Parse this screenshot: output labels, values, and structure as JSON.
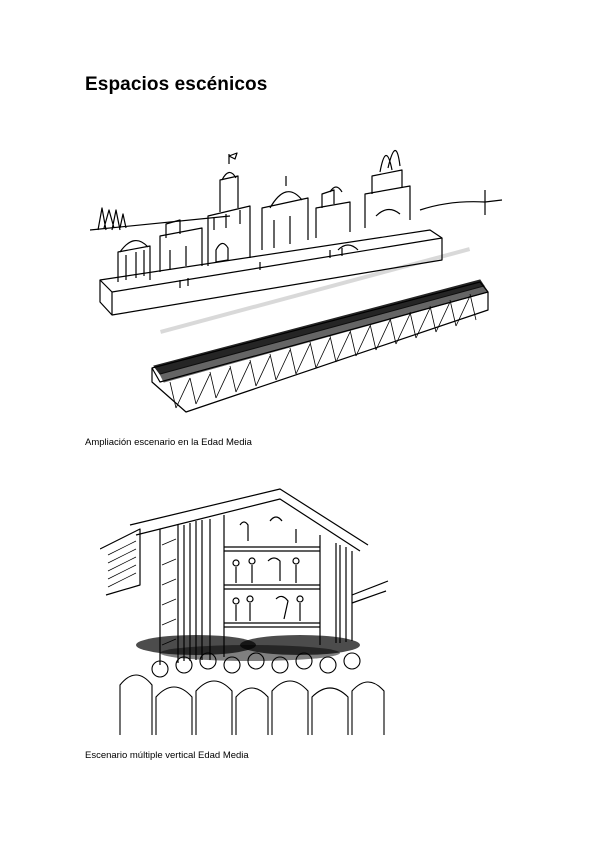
{
  "document": {
    "title": "Espacios escénicos",
    "figures": [
      {
        "caption": "Ampliación escenario en la Edad Media",
        "image": "medieval-stage-platform-illustration"
      },
      {
        "caption": "Escenario múltiple vertical Edad Media",
        "image": "medieval-vertical-multiple-stage-illustration"
      }
    ]
  }
}
